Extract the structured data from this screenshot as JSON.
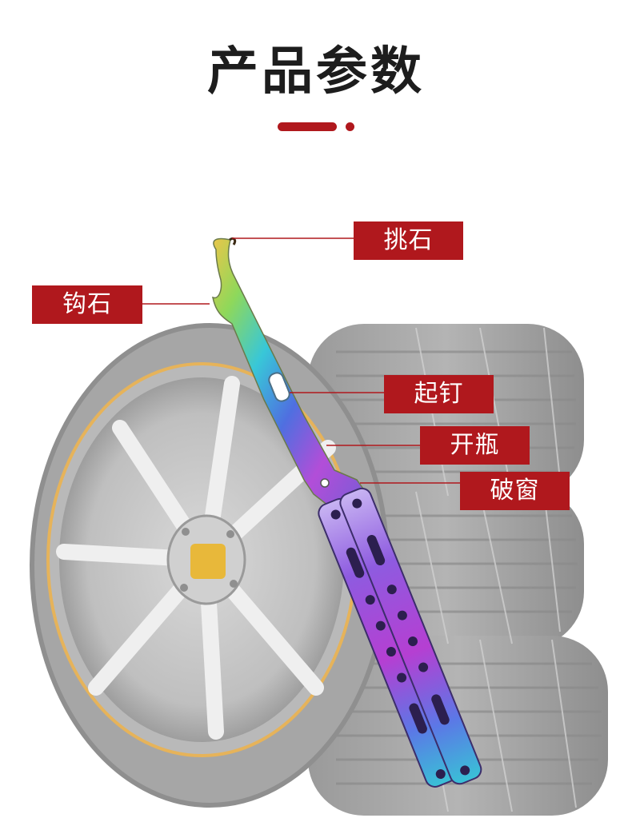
{
  "title": "产品参数",
  "colors": {
    "accent": "#b0181d",
    "title_text": "#1d1d1d",
    "label_text": "#ffffff",
    "tire_gray": "#a3a3a3"
  },
  "labels": {
    "pick_stone": "挑石",
    "hook_stone": "钩石",
    "nail_puller": "起钉",
    "bottle_opener": "开瓶",
    "window_breaker": "破窗"
  }
}
